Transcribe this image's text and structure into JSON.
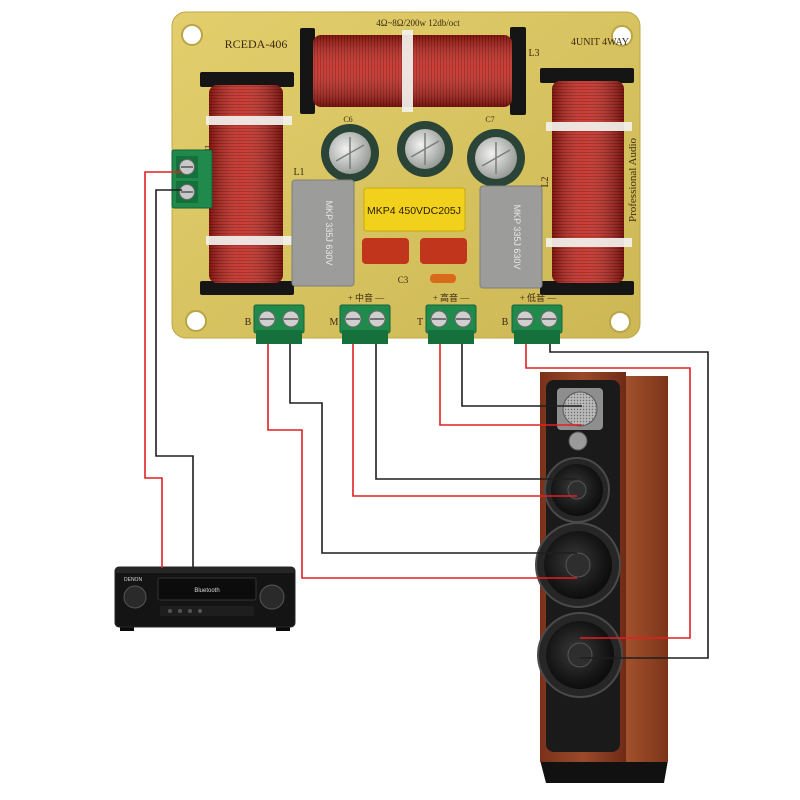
{
  "board": {
    "model": "RCEDA-406",
    "spec": "4Ω~8Ω/200w 12db/oct",
    "units": "4UNIT 4WAY",
    "brand_vertical": "Professional Audio",
    "input_label": "IN",
    "coil_labels": {
      "l1": "L1",
      "l2": "L2",
      "l3": "L3"
    },
    "cap_labels": {
      "c3": "C3",
      "c6": "C6",
      "c7": "C7"
    },
    "yellow_cap_text": "MKP4 450VDC205J",
    "grey_cap_text": "MKP 335J 630V",
    "terminals": [
      {
        "letter": "B"
      },
      {
        "letter": "M",
        "label": "+ 中音 —"
      },
      {
        "letter": "T",
        "label": "+ 高音 —"
      },
      {
        "letter": "B",
        "label": "+ 低音 —"
      }
    ]
  },
  "amplifier": {
    "brand": "DENON",
    "display_text": "Bluetooth"
  },
  "colors": {
    "board": "#d8c462",
    "coil": "#c4231a",
    "terminal": "#1f8a4c",
    "wire_positive": "#e02020",
    "wire_negative": "#1e1e1e",
    "speaker_wood": "#8b3c24",
    "amplifier": "#141414"
  }
}
